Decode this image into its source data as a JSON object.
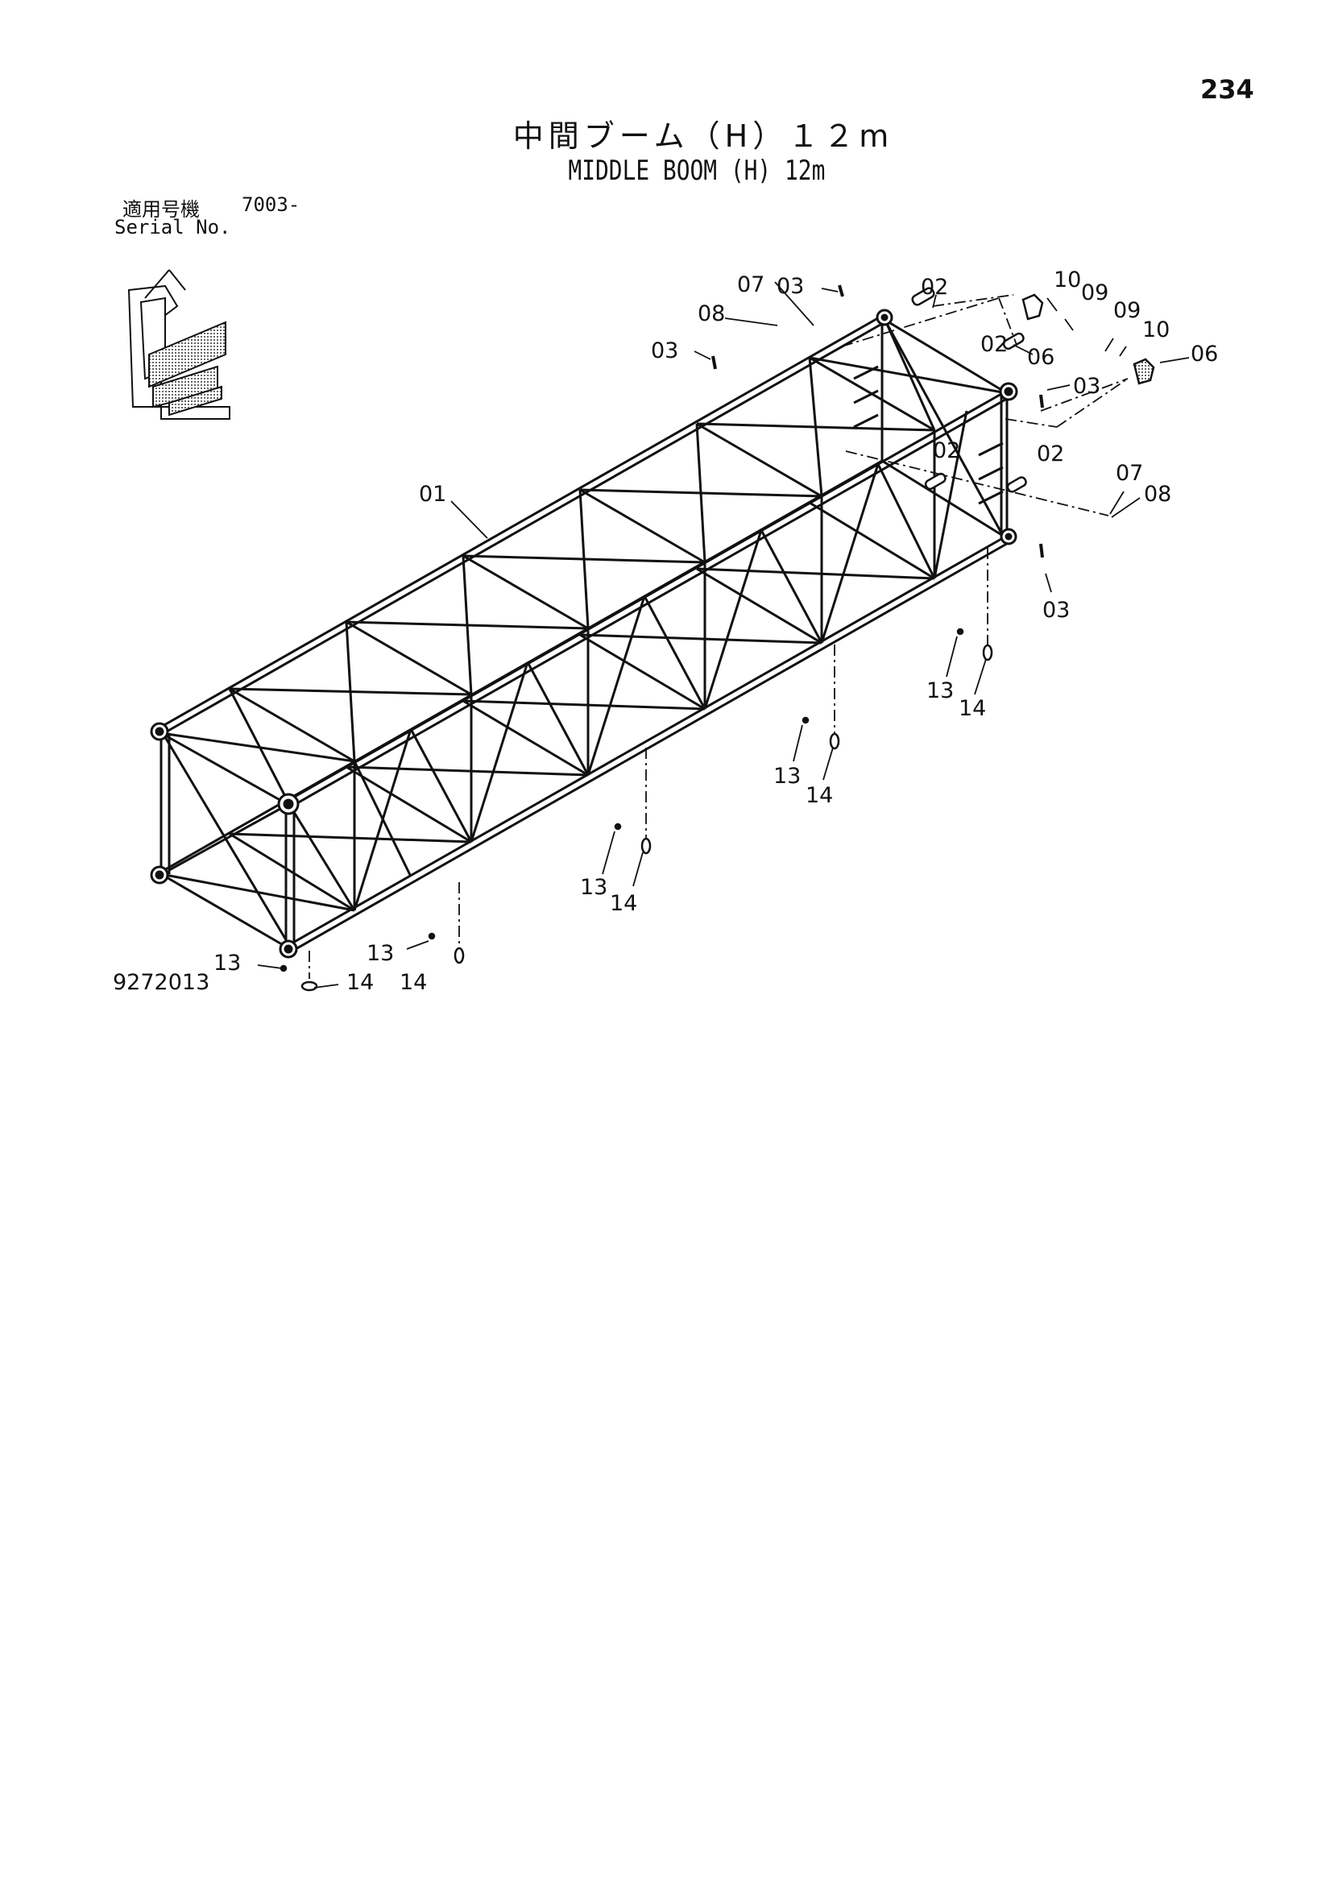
{
  "page_number": "234",
  "title_jp": "中間ブーム（H）１２m",
  "title_en": "MIDDLE BOOM (H) 12m",
  "serial_label_jp": "適用号機",
  "serial_value": "7003-",
  "serial_label_en": "Serial No.",
  "figure_number": "9272013",
  "callouts": {
    "c01": "01",
    "c02a": "02",
    "c02b": "02",
    "c02c": "02",
    "c02d": "02",
    "c03a": "03",
    "c03b": "03",
    "c03c": "03",
    "c03d": "03",
    "c06a": "06",
    "c06b": "06",
    "c07a": "07",
    "c07b": "07",
    "c08a": "08",
    "c08b": "08",
    "c09a": "09",
    "c09b": "09",
    "c10a": "10",
    "c10b": "10",
    "c13a": "13",
    "c13b": "13",
    "c13c": "13",
    "c13d": "13",
    "c13e": "13",
    "c14a": "14",
    "c14b": "14",
    "c14c": "14",
    "c14d": "14",
    "c14e": "14"
  },
  "locator_icon": "boom-assembly-locator-icon"
}
